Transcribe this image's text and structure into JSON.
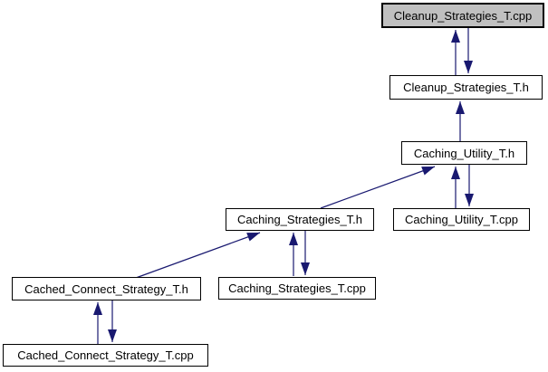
{
  "diagram": {
    "nodes": [
      {
        "label": "Cleanup_Strategies_T.cpp",
        "highlighted": true
      },
      {
        "label": "Cleanup_Strategies_T.h",
        "highlighted": false
      },
      {
        "label": "Caching_Utility_T.h",
        "highlighted": false
      },
      {
        "label": "Caching_Strategies_T.h",
        "highlighted": false
      },
      {
        "label": "Caching_Utility_T.cpp",
        "highlighted": false
      },
      {
        "label": "Cached_Connect_Strategy_T.h",
        "highlighted": false
      },
      {
        "label": "Caching_Strategies_T.cpp",
        "highlighted": false
      },
      {
        "label": "Cached_Connect_Strategy_T.cpp",
        "highlighted": false
      }
    ],
    "edges": [
      {
        "from": "Cleanup_Strategies_T.h",
        "to": "Cleanup_Strategies_T.cpp"
      },
      {
        "from": "Cleanup_Strategies_T.cpp",
        "to": "Cleanup_Strategies_T.h"
      },
      {
        "from": "Caching_Utility_T.h",
        "to": "Cleanup_Strategies_T.h"
      },
      {
        "from": "Caching_Utility_T.cpp",
        "to": "Caching_Utility_T.h"
      },
      {
        "from": "Caching_Utility_T.h",
        "to": "Caching_Utility_T.cpp"
      },
      {
        "from": "Caching_Strategies_T.h",
        "to": "Caching_Utility_T.h"
      },
      {
        "from": "Caching_Strategies_T.cpp",
        "to": "Caching_Strategies_T.h"
      },
      {
        "from": "Caching_Strategies_T.h",
        "to": "Caching_Strategies_T.cpp"
      },
      {
        "from": "Cached_Connect_Strategy_T.h",
        "to": "Caching_Strategies_T.h"
      },
      {
        "from": "Cached_Connect_Strategy_T.cpp",
        "to": "Cached_Connect_Strategy_T.h"
      },
      {
        "from": "Cached_Connect_Strategy_T.h",
        "to": "Cached_Connect_Strategy_T.cpp"
      }
    ],
    "colors": {
      "arrow": "#191970",
      "node_fill": "#ffffff",
      "highlight_fill": "#c0c0c0",
      "node_border": "#000000",
      "background": "#ffffff"
    }
  }
}
